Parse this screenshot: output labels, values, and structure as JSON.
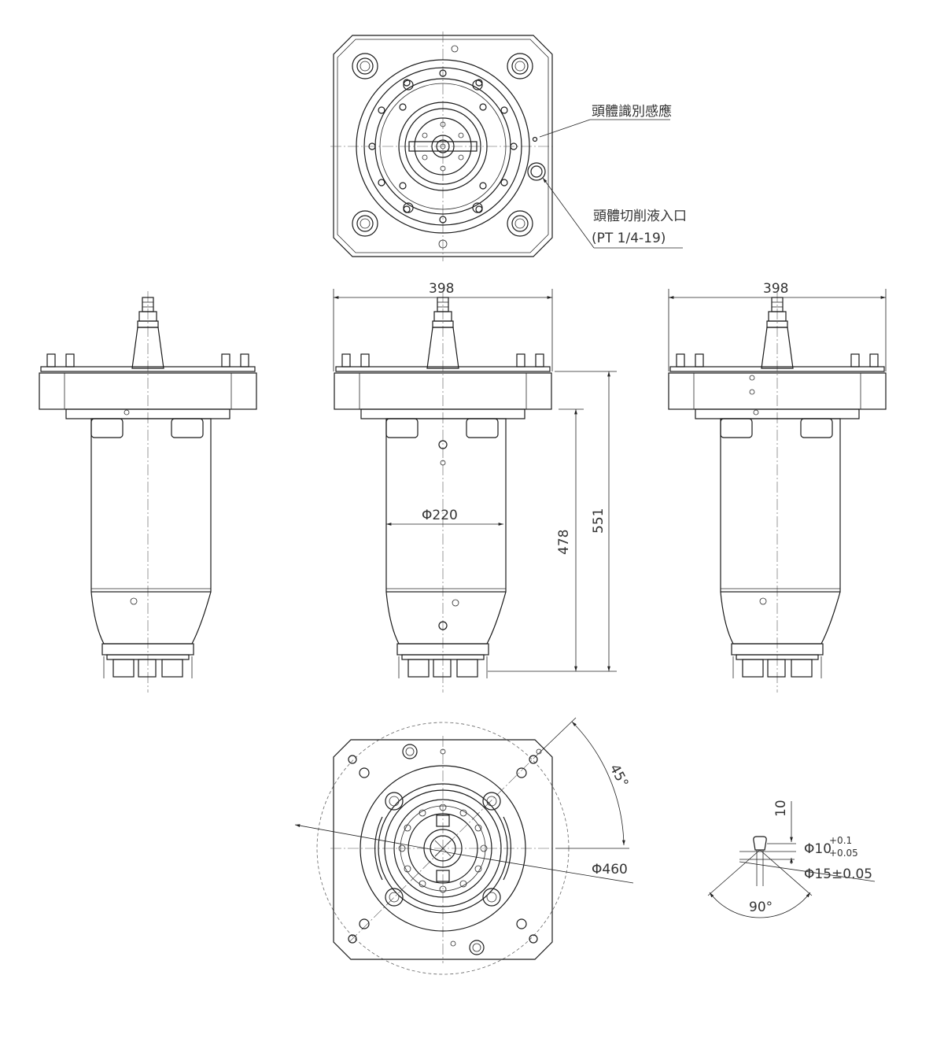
{
  "labels": {
    "head_sensor": "頭體識別感應",
    "coolant_inlet": "頭體切削液入口",
    "coolant_thread": "(PT 1/4-19)"
  },
  "dimensions": {
    "width_front": "398",
    "width_side": "398",
    "diameter_body": "Φ220",
    "height_body": "478",
    "height_total": "551",
    "angle_45": "45°",
    "diameter_circle": "Φ460",
    "depth_10": "10",
    "dia_10": "Φ10",
    "tol_upper": "+0.1",
    "tol_lower": "+0.05",
    "dia_15": "Φ15±0.05",
    "angle_90": "90°"
  }
}
